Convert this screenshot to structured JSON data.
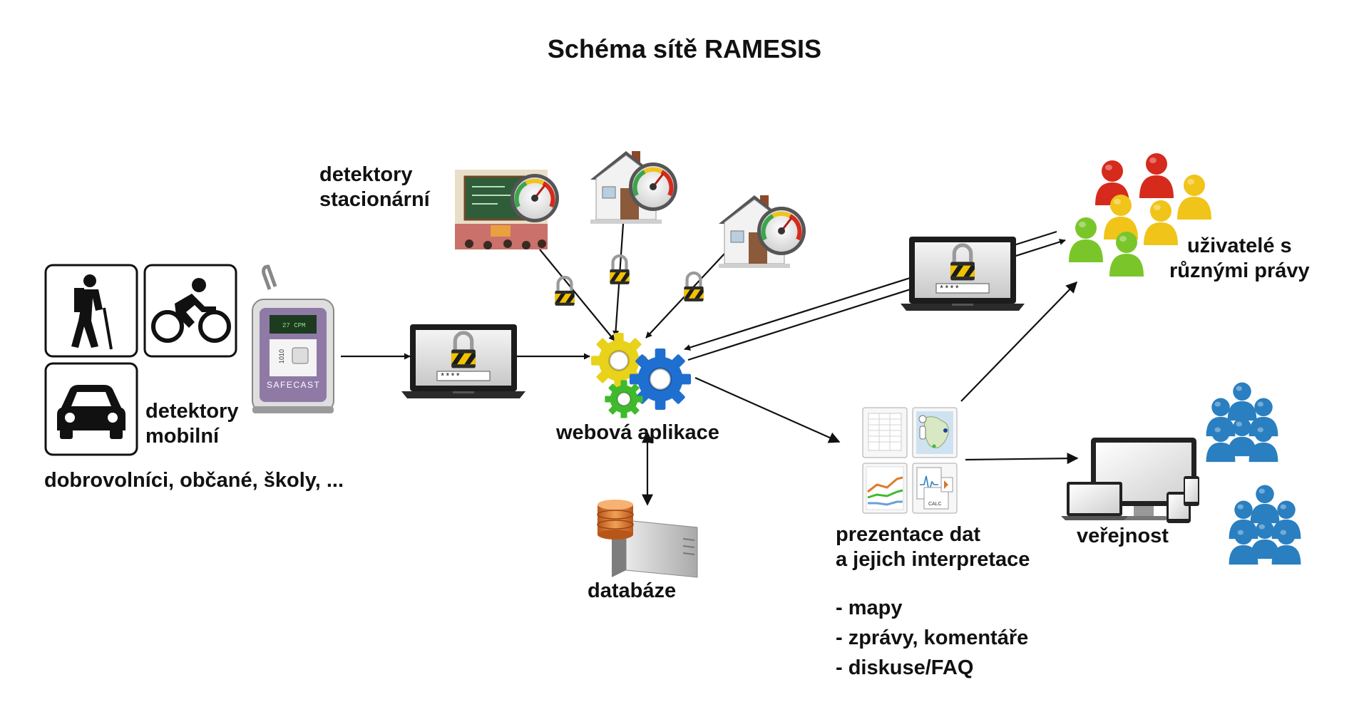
{
  "title": "Schéma sítě RAMESIS",
  "labels": {
    "stationary_detectors": [
      "detektory",
      "stacionární"
    ],
    "mobile_detectors": [
      "detektory",
      "mobilní"
    ],
    "volunteers": "dobrovolníci, občané, školy, ...",
    "web_app": "webová aplikace",
    "database": "databáze",
    "users": [
      "uživatelé s",
      "různými právy"
    ],
    "public": "veřejnost",
    "presentation": [
      "prezentace dat",
      "a jejich interpretace"
    ],
    "presentation_items": [
      "- mapy",
      "- zprávy, komentáře",
      "- diskuse/FAQ"
    ]
  },
  "device": {
    "screen_line1": "27 CPM",
    "brand": "SAFECAST",
    "badge": "1010"
  },
  "login": {
    "password_mask": "****"
  },
  "docs": {
    "doc_label": "CALC"
  },
  "colors": {
    "arrow": "#111111",
    "gear_yellow": "#e8d21a",
    "gear_blue": "#1e6fd0",
    "gear_green": "#3fba2c",
    "user_red": "#d62a1c",
    "user_yellow": "#f0c419",
    "user_green": "#7ac62a",
    "public_blue": "#2a7fc0",
    "db_orange": "#e07a2a"
  }
}
